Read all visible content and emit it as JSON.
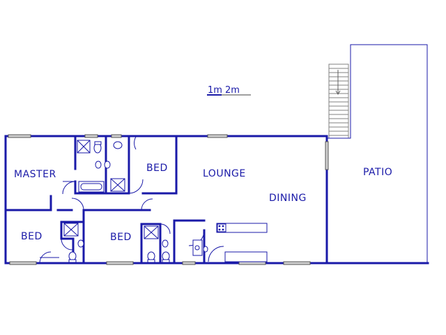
{
  "scale": {
    "label_1": "1m",
    "label_2": "2m"
  },
  "rooms": {
    "master": "MASTER",
    "bed_top": "BED",
    "lounge": "LOUNGE",
    "dining": "DINING",
    "patio": "PATIO",
    "bed_left": "BED",
    "bed_middle": "BED"
  },
  "colors": {
    "wall": "#1a1aa8",
    "window": "#d0d0d0",
    "background": "#ffffff"
  }
}
